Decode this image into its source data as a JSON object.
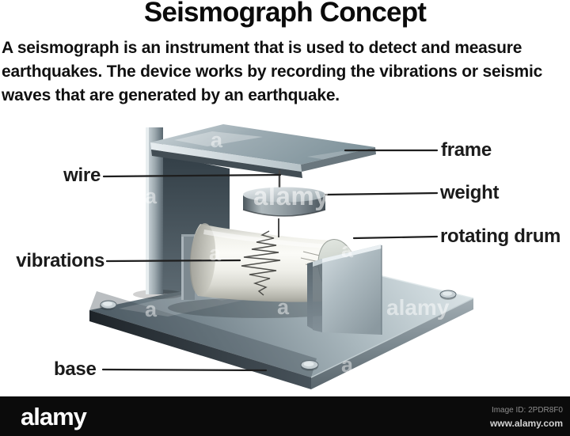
{
  "header": {
    "title": "Seismograph Concept",
    "description_lines": [
      "A seismograph is an instrument that is used to detect and measure",
      "earthquakes. The device works by recording the vibrations or seismic",
      "waves that are generated by an earthquake."
    ]
  },
  "labels": {
    "wire": "wire",
    "frame": "frame",
    "weight": "weight",
    "rotating_drum": "rotating drum",
    "vibrations": "vibrations",
    "base": "base"
  },
  "diagram_parts": [
    "frame",
    "wire",
    "weight",
    "rotating drum",
    "vibrations",
    "base"
  ],
  "watermark": {
    "brand": "alamy",
    "letter": "a"
  },
  "footer": {
    "logo": "alamy",
    "image_id": "Image ID: 2PDR8F0",
    "website": "www.alamy.com"
  },
  "colors": {
    "footer_bg": "#0b0b0b",
    "steel_light": "#cdd6da",
    "steel_mid": "#8e9da5",
    "steel_dark": "#39454d",
    "paper": "#f4f4ee",
    "label_text": "#1b1b1b"
  }
}
